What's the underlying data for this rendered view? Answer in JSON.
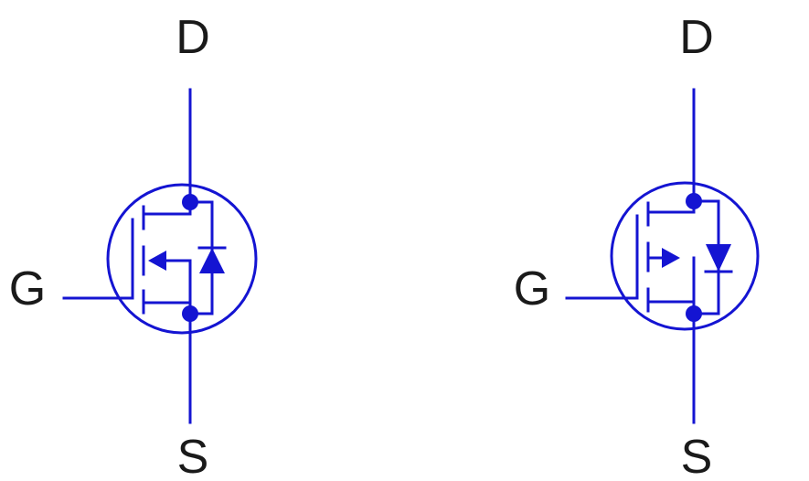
{
  "colors": {
    "symbol": "#1414d2",
    "label": "#1a1a1a",
    "background": "#ffffff"
  },
  "symbols": [
    {
      "terminals": {
        "drain": "D",
        "gate": "G",
        "source": "S"
      }
    },
    {
      "terminals": {
        "drain": "D",
        "gate": "G",
        "source": "S"
      }
    }
  ]
}
